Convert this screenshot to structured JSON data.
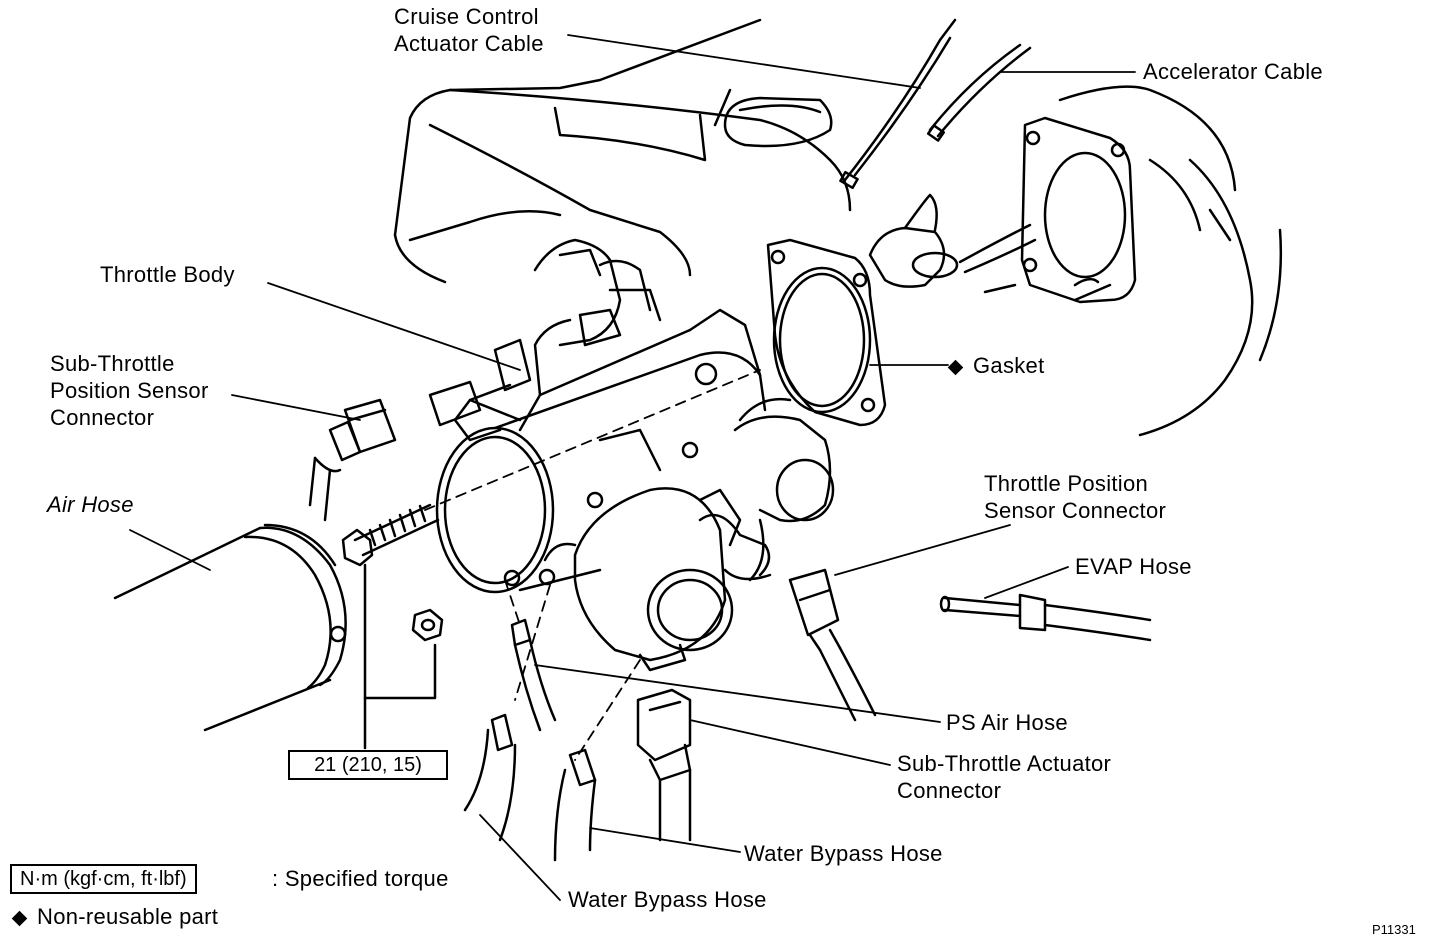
{
  "labels": {
    "cruise_control_cable": [
      "Cruise Control",
      "Actuator Cable"
    ],
    "accelerator_cable": "Accelerator Cable",
    "throttle_body": "Throttle Body",
    "sub_throttle_sensor_connector": [
      "Sub-Throttle",
      "Position Sensor",
      "Connector"
    ],
    "gasket": "Gasket",
    "air_hose": "Air Hose",
    "throttle_position_sensor_connector": [
      "Throttle Position",
      "Sensor Connector"
    ],
    "evap_hose": "EVAP Hose",
    "ps_air_hose": "PS Air Hose",
    "sub_throttle_actuator_connector": [
      "Sub-Throttle Actuator",
      "Connector"
    ],
    "water_bypass_hose_1": "Water Bypass Hose",
    "water_bypass_hose_2": "Water Bypass Hose"
  },
  "torque_spec": "21 (210, 15)",
  "legend": {
    "torque_unit_box": "N·m (kgf·cm, ft·lbf)",
    "torque_desc": ":  Specified torque",
    "non_reusable": "Non-reusable part"
  },
  "figure_code": "P11331"
}
